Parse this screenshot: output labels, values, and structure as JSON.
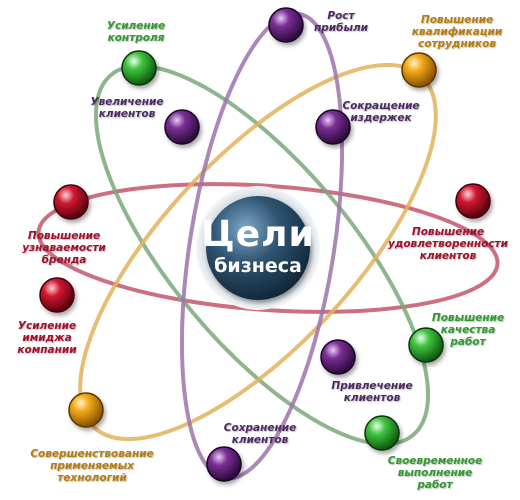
{
  "center": {
    "line1": "Цели",
    "line2": "бизнеса"
  },
  "colors": {
    "green": "#2f9a2f",
    "orange": "#b77d0c",
    "purple": "#4e2a63",
    "red": "#a3102a",
    "core": "#2c4a62"
  },
  "nodes": [
    {
      "id": "usilenie-kontrolya",
      "color": "green",
      "lines": [
        "Усиление",
        "контроля"
      ]
    },
    {
      "id": "rost-pribyli",
      "color": "purple",
      "lines": [
        "Рост",
        "прибыли"
      ]
    },
    {
      "id": "povyshenie-kvalifikacii",
      "color": "orange",
      "lines": [
        "Повышение",
        "квалификации",
        "сотрудников"
      ]
    },
    {
      "id": "uvelichenie-klientov",
      "color": "purple",
      "lines": [
        "Увеличение",
        "клиентов"
      ]
    },
    {
      "id": "sokrashchenie-izderzhek",
      "color": "purple",
      "lines": [
        "Сокращение",
        "издержек"
      ]
    },
    {
      "id": "povyshenie-uznavaemosti",
      "color": "red",
      "lines": [
        "Повышение",
        "узнаваемости",
        "бренда"
      ]
    },
    {
      "id": "povyshenie-udovletvorennosti",
      "color": "red",
      "lines": [
        "Повышение",
        "удовлетворенности",
        "клиентов"
      ]
    },
    {
      "id": "usilenie-imidzha",
      "color": "red",
      "lines": [
        "Усиление",
        "имиджа",
        "компании"
      ]
    },
    {
      "id": "povyshenie-kachestva",
      "color": "green",
      "lines": [
        "Повышение",
        "качества",
        "работ"
      ]
    },
    {
      "id": "privlechenie-klientov",
      "color": "purple",
      "lines": [
        "Привлечение",
        "клиентов"
      ]
    },
    {
      "id": "sovershenstvovanie-tehnologiy",
      "color": "orange",
      "lines": [
        "Совершенствование",
        "применяемых",
        "технологий"
      ]
    },
    {
      "id": "sohranenie-klientov",
      "color": "purple",
      "lines": [
        "Сохранение",
        "клиентов"
      ]
    },
    {
      "id": "svoevremennoe-vypolnenie",
      "color": "green",
      "lines": [
        "Своевременное",
        "выполнение",
        "работ"
      ]
    }
  ]
}
